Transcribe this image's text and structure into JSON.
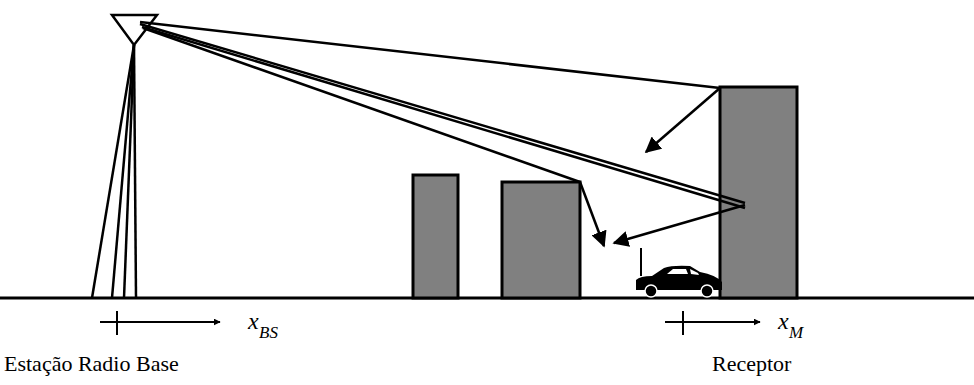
{
  "diagram": {
    "labels": [
      "x",
      "BS",
      "x",
      "M",
      "Estação Radio Base",
      "Receptor"
    ]
  }
}
